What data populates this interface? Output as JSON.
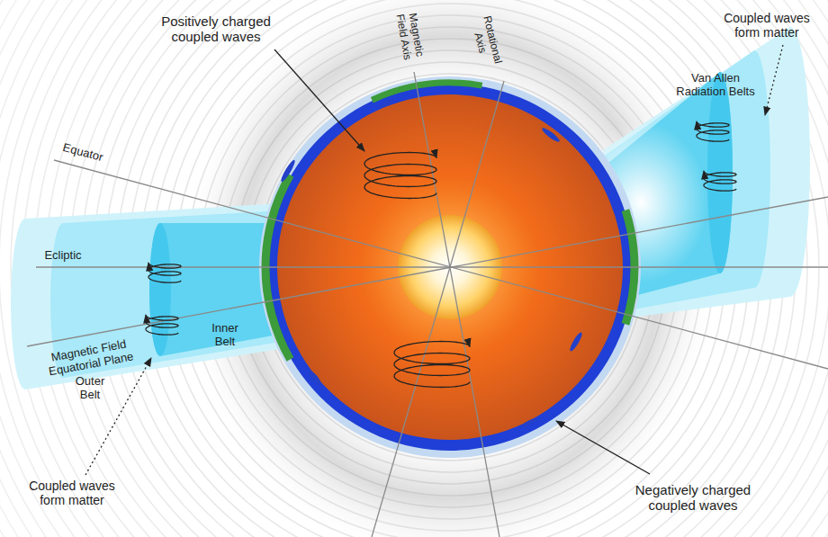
{
  "diagram": {
    "labels": [
      "Magnetic Field Axis",
      "Rotational Axis",
      "Positively charged coupled waves",
      "Coupled waves form matter",
      "Van Allen Radiation Belts",
      "Equator",
      "Ecliptic",
      "Inner Belt",
      "Magnetic Field Equatorial Plane",
      "Outer Belt",
      "Coupled waves form matter",
      "Negatively charged coupled waves"
    ]
  }
}
